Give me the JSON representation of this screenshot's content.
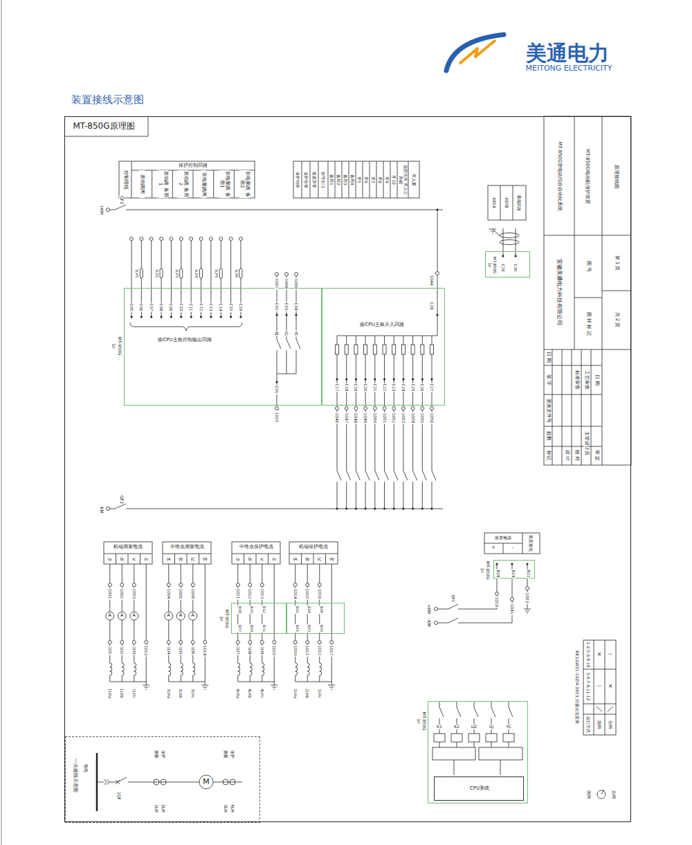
{
  "diagram": {
    "title": "装置接线示意图",
    "nodes": [
      {
        "text": [
          "MT-850G原理图"
        ]
      },
      {
        "text": [
          "1n",
          "MT-850G",
          "由CPU主板控制输出回路"
        ],
        "in": 0
      },
      {
        "text": [
          "由CPU主板开入回路"
        ],
        "in": 0
      },
      {
        "text": [
          "1n",
          "MT-850G"
        ],
        "in": 0
      },
      {
        "text": [
          "1n",
          "MT-850G",
          "B28",
          "B24",
          "B22"
        ],
        "in": 0
      },
      {
        "text": [
          "1n",
          "MT-850G",
          "B08",
          "B10",
          "B12",
          "B07",
          "B09",
          "B11"
        ],
        "in": 0
      },
      {
        "text": [
          "B02",
          "B04",
          "B06",
          "B01",
          "B03",
          "B05"
        ],
        "in": 0
      },
      {
        "text": [
          "1n",
          "MT-850G"
        ],
        "in": 0
      },
      {
        "text": [
          "CPU系统"
        ],
        "in": 7
      },
      {
        "text": [
          "一次接线示意图"
        ],
        "in": 0
      }
    ],
    "labels": [
      "美通电力",
      "MEITONG ELECTRICITY",
      "MT-850G变电站综合自动化系统",
      "MT-850G电动机保护装置",
      "原理接线图",
      "安徽美通电力科技有限公司",
      "图 号",
      "第 1 页",
      "图 样 标 记",
      "共 2 页",
      "标记",
      "处数",
      "更改文件号",
      "签 字",
      "日 期",
      "设 计",
      "校 对",
      "标准审查",
      "主管设计员",
      "工艺审查",
      "审 定",
      "日 期",
      "控制母线",
      "保护控制回路",
      "差动跳闸",
      "差动跳 备用1",
      "差动跳 备用2",
      "非电量跳闸",
      "非电量跳 备用1",
      "非电量跳 备用2",
      "保护动作",
      "保护告警",
      "装置异常",
      "信号出口",
      "备用1",
      "备用2",
      "备用3",
      "备用4",
      "开5",
      "开6",
      "开7",
      "开8",
      "开9",
      "开10",
      "远控允许 开入公共端",
      "开入量",
      "485A",
      "485B",
      "通讯回路",
      "C29",
      "C30",
      "+KM",
      "QF2",
      "-KM",
      "QF2",
      "C05",
      "C06",
      "C07",
      "C08",
      "C09",
      "C10",
      "C11",
      "C12",
      "C13",
      "C14",
      "C15",
      "C16",
      "1LP1",
      "1LP2",
      "1LP3",
      "1LP4",
      "1LP5",
      "1LP6",
      "1D07",
      "1D08",
      "1D09",
      "C02",
      "C03",
      "C04",
      "BJ",
      "GJ",
      "YC",
      "C01",
      "1D15",
      "1D44",
      "C28",
      "C17",
      "C18",
      "C19",
      "C20",
      "C21",
      "C22",
      "C23",
      "C24",
      "C25",
      "C26",
      "C27",
      "1D46",
      "1D47",
      "1D48",
      "1D49",
      "1D50",
      "1D51",
      "1D52",
      "1D53",
      "1D54",
      "1D55",
      "1D56",
      "机端测量电流",
      "Ia",
      "Ib",
      "Ic",
      "In",
      "中性点测量电流",
      "IA",
      "IB",
      "IC",
      "IN",
      "中性点保护电流",
      "Ia",
      "Ib",
      "Ic",
      "In",
      "机端保护电流",
      "IA",
      "IB",
      "IC",
      "IN",
      "1D01",
      "1D02",
      "1D03",
      "1D04",
      "1D05",
      "1D06",
      "1D11",
      "1D12",
      "1D13",
      "1D14",
      "1D15",
      "1D16",
      "1D1",
      "1D2",
      "1D3",
      "1D13",
      "1D4",
      "1D5",
      "1D6",
      "1D14",
      "1D7",
      "1D8",
      "1D9",
      "1D15",
      "1D10",
      "1D11",
      "1D12",
      "1D17",
      "1LHa",
      "1LHb",
      "1LHc",
      "3LHa",
      "3LHb",
      "3LHc",
      "4LHa",
      "4LHb",
      "4LHc",
      "2LHa",
      "2LHb",
      "2LHc",
      "A",
      "A",
      "A",
      "A",
      "A",
      "A",
      "装置电源",
      "+",
      "-",
      "装置接地",
      "1D19",
      "1D41",
      "1D53",
      "QF1",
      "+KM",
      "-KM",
      "K1",
      "K2",
      "DZ",
      "GJ",
      "YC",
      "KK1(LW21-16Z/4.0653.3)接点位置表",
      "运行方式",
      "3-4,7-8,11-12",
      "1-2,5-6,9-10",
      "跳闸",
      "—",
      "×",
      "合闸",
      "×",
      "—",
      "跳闸",
      "合闸",
      "母线",
      "1QF",
      "测量",
      "保护",
      "1LH",
      "2LH",
      "M",
      "测量",
      "保护",
      "3LH",
      "4LH"
    ]
  }
}
